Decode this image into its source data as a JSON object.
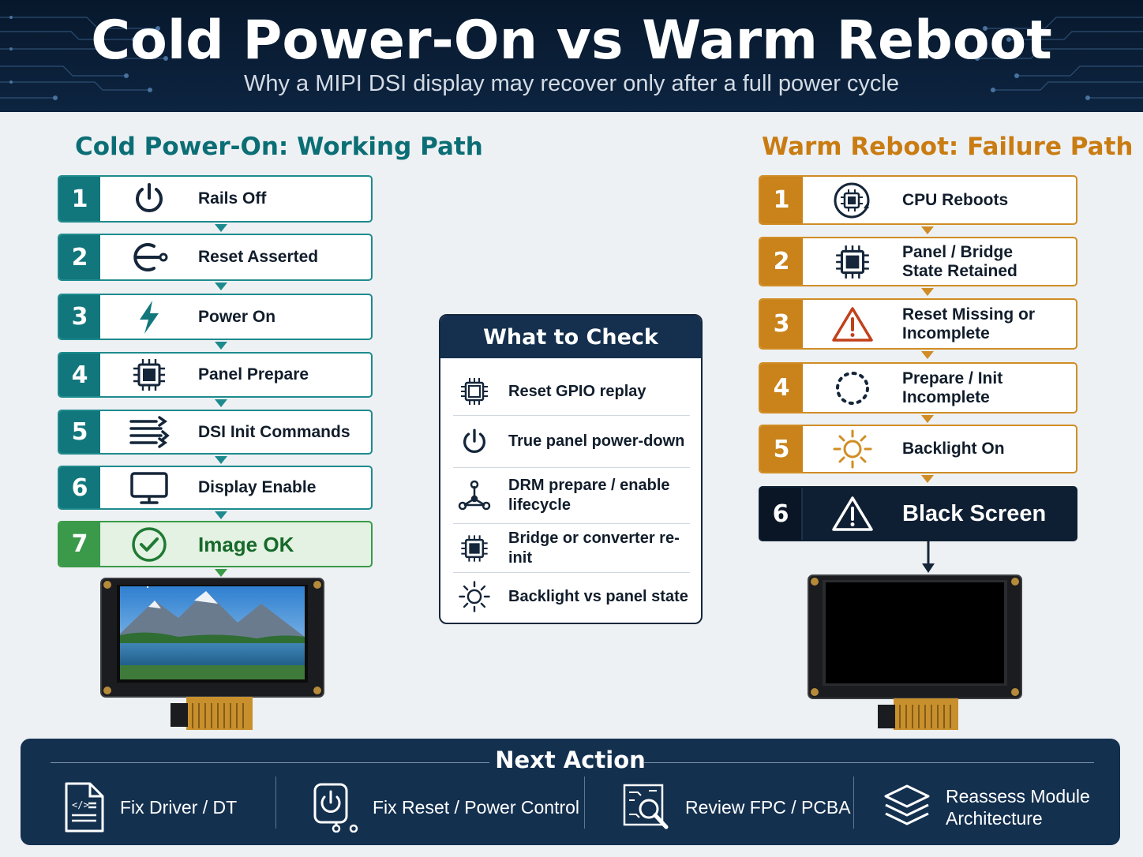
{
  "header": {
    "title": "Cold Power-On vs Warm Reboot",
    "subtitle": "Why a MIPI DSI display may recover only after a full power cycle"
  },
  "cold_path": {
    "title": "Cold Power-On: Working Path",
    "steps": [
      {
        "num": "1",
        "label": "Rails Off",
        "icon": "power-icon"
      },
      {
        "num": "2",
        "label": "Reset Asserted",
        "icon": "reset-icon"
      },
      {
        "num": "3",
        "label": "Power On",
        "icon": "lightning-icon"
      },
      {
        "num": "4",
        "label": "Panel Prepare",
        "icon": "chip-icon"
      },
      {
        "num": "5",
        "label": "DSI Init Commands",
        "icon": "signal-lines-icon"
      },
      {
        "num": "6",
        "label": "Display Enable",
        "icon": "monitor-icon"
      },
      {
        "num": "7",
        "label": "Image OK",
        "icon": "check-circle-icon"
      }
    ]
  },
  "warm_path": {
    "title": "Warm Reboot: Failure Path",
    "steps": [
      {
        "num": "1",
        "label": "CPU Reboots",
        "icon": "cpu-reboot-icon"
      },
      {
        "num": "2",
        "label": "Panel / Bridge\nState Retained",
        "icon": "chip-icon"
      },
      {
        "num": "3",
        "label": "Reset Missing or\nIncomplete",
        "icon": "warning-icon"
      },
      {
        "num": "4",
        "label": "Prepare / Init\nIncomplete",
        "icon": "dotted-circle-icon"
      },
      {
        "num": "5",
        "label": "Backlight On",
        "icon": "sun-icon"
      },
      {
        "num": "6",
        "label": "Black Screen",
        "icon": "warning-icon"
      }
    ]
  },
  "check": {
    "title": "What to Check",
    "items": [
      {
        "label": "Reset GPIO replay",
        "icon": "chip-outline-icon"
      },
      {
        "label": "True panel power-down",
        "icon": "power-icon"
      },
      {
        "label": "DRM prepare / enable\nlifecycle",
        "icon": "network-icon"
      },
      {
        "label": "Bridge or converter re-init",
        "icon": "chip-icon"
      },
      {
        "label": "Backlight vs panel state",
        "icon": "sun-icon"
      }
    ]
  },
  "next_action": {
    "title": "Next Action",
    "items": [
      {
        "label": "Fix Driver / DT",
        "icon": "code-file-icon"
      },
      {
        "label": "Fix Reset / Power Control",
        "icon": "power-control-icon"
      },
      {
        "label": "Review FPC / PCBA",
        "icon": "pcb-inspect-icon"
      },
      {
        "label": "Reassess Module\nArchitecture",
        "icon": "layers-icon"
      }
    ]
  },
  "colors": {
    "teal": "#12777c",
    "green": "#3a9a49",
    "orange": "#c9831a",
    "navy": "#14304f"
  }
}
